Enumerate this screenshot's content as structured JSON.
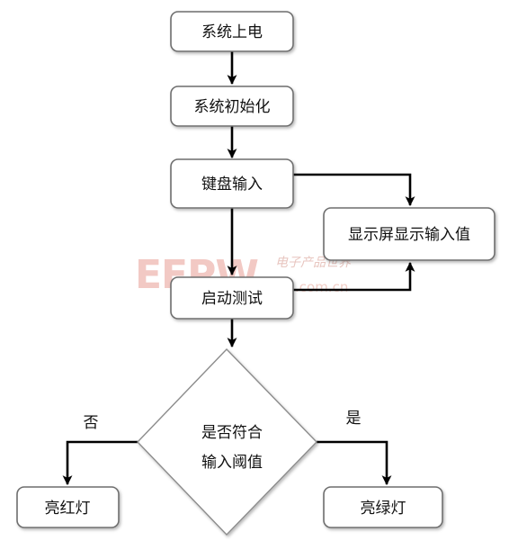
{
  "nodes": {
    "power_on": "系统上电",
    "init": "系统初始化",
    "keyboard_input": "键盘输入",
    "display": "显示屏显示输入值",
    "start_test": "启动测试",
    "decision_line1": "是否符合",
    "decision_line2": "输入阈值",
    "red_led": "亮红灯",
    "green_led": "亮绿灯"
  },
  "branches": {
    "no": "否",
    "yes": "是"
  },
  "watermark": {
    "logo": "EEPW",
    "chinese": "电子产品世界",
    "url": ".com.cn"
  },
  "colors": {
    "box_border": "#6e6e6e",
    "arrow": "#000000",
    "watermark": "#f2c9c4"
  }
}
